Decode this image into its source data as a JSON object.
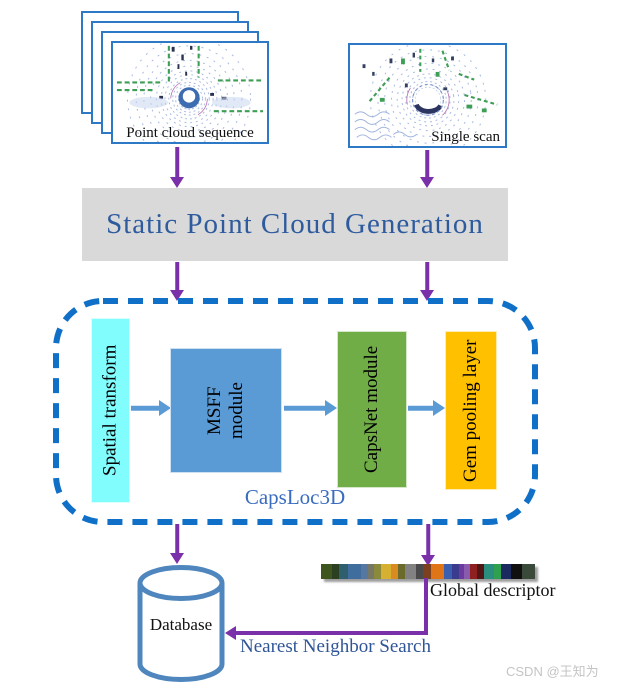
{
  "inputs": {
    "point_cloud_sequence_label": "Point cloud sequence",
    "single_scan_label": "Single scan"
  },
  "stage": {
    "label": "Static Point Cloud Generation"
  },
  "pipeline": {
    "name": "CapsLoc3D",
    "modules": [
      {
        "label": "Spatial transform",
        "color": "#82FDFE"
      },
      {
        "label": "MSFF\nmodule",
        "color": "#5B9BD5"
      },
      {
        "label": "CapsNet module",
        "color": "#70AD47"
      },
      {
        "label": "Gem pooling layer",
        "color": "#FFC000"
      }
    ]
  },
  "outputs": {
    "database_label": "Database",
    "descriptor_label": "Global descriptor",
    "search_label": "Nearest Neighbor Search",
    "descriptor_bands": [
      {
        "c": "#3f5520",
        "w": 10
      },
      {
        "c": "#2a4020",
        "w": 7
      },
      {
        "c": "#2f5f6f",
        "w": 9
      },
      {
        "c": "#3f6d9e",
        "w": 12
      },
      {
        "c": "#5577a0",
        "w": 7
      },
      {
        "c": "#777766",
        "w": 5
      },
      {
        "c": "#8a8a3a",
        "w": 7
      },
      {
        "c": "#d6b030",
        "w": 9
      },
      {
        "c": "#d98a20",
        "w": 7
      },
      {
        "c": "#6a6a2a",
        "w": 7
      },
      {
        "c": "#828282",
        "w": 10
      },
      {
        "c": "#4a4a4a",
        "w": 7
      },
      {
        "c": "#7a4020",
        "w": 7
      },
      {
        "c": "#e07518",
        "w": 13
      },
      {
        "c": "#3a5fae",
        "w": 7
      },
      {
        "c": "#3a3a8e",
        "w": 7
      },
      {
        "c": "#6a3a9e",
        "w": 5
      },
      {
        "c": "#8a5aae",
        "w": 5
      },
      {
        "c": "#8e2020",
        "w": 7
      },
      {
        "c": "#501515",
        "w": 7
      },
      {
        "c": "#2a8e7e",
        "w": 9
      },
      {
        "c": "#2fa050",
        "w": 7
      },
      {
        "c": "#1a2a5e",
        "w": 9
      },
      {
        "c": "#101010",
        "w": 11
      },
      {
        "c": "#3a4a3a",
        "w": 12
      }
    ]
  },
  "watermark": "CSDN @王知为",
  "colors": {
    "arrow_purple": "#7A30A8",
    "arrow_blue": "#5B9BD5",
    "dashed_border": "#1070C8",
    "stage_bg": "#D9D9D9",
    "stage_text": "#2E5B9E",
    "pipeline_name": "#3A6CC0",
    "search_text": "#2F5597",
    "frame_border": "#2E79C6",
    "database_stroke": "#4F86BE"
  }
}
